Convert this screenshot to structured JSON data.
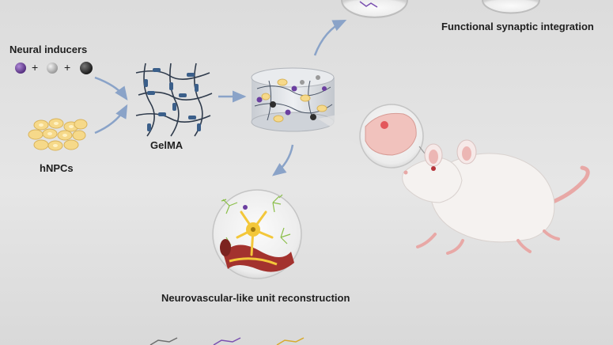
{
  "labels": {
    "neural_inducers": "Neural inducers",
    "hnpcs": "hNPCs",
    "gelma": "GelMA",
    "synaptic": "Functional synaptic integration",
    "neurovascular": "Neurovascular-like unit reconstruction",
    "plus": "+"
  },
  "colors": {
    "inducer_purple": "#6b3fa0",
    "inducer_grey": "#b9b9b9",
    "inducer_black": "#2e2e2e",
    "hydrogel_node": "#3b5f8a",
    "arrow": "#8aa3c8",
    "cell_yellow": "#f6d98a",
    "rat_body": "#f5f2f0",
    "rat_pink": "#e8a8a6",
    "vessel_red": "#a3322e",
    "neuron_yellow": "#f3c73a",
    "glia_green": "#8bbf4a"
  },
  "icons": [
    "purple-bead-icon",
    "grey-bead-icon",
    "black-bead-icon",
    "hnpc-cluster-icon",
    "gelma-network-icon",
    "hydrogel-scaffold-icon",
    "rat-icon",
    "brain-tissue-icon",
    "neurovascular-bubble-icon"
  ]
}
